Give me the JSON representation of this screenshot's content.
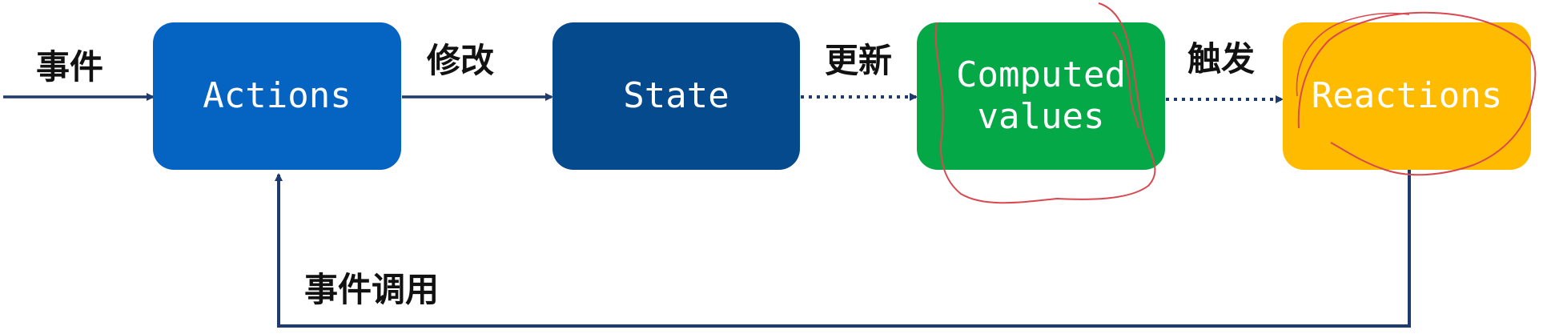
{
  "nodes": {
    "actions": {
      "label": "Actions",
      "color": "#0563c1"
    },
    "state": {
      "label": "State",
      "color": "#044a8c"
    },
    "computed": {
      "label": "Computed\nvalues",
      "color": "#05a847"
    },
    "reactions": {
      "label": "Reactions",
      "color": "#ffbb00"
    }
  },
  "edges": {
    "event": {
      "label": "事件",
      "style": "solid"
    },
    "modify": {
      "label": "修改",
      "style": "solid"
    },
    "update": {
      "label": "更新",
      "style": "dotted"
    },
    "trigger": {
      "label": "触发",
      "style": "dotted"
    },
    "event_call": {
      "label": "事件调用",
      "style": "solid"
    }
  },
  "colors": {
    "arrow": "#1f3a6e",
    "annotation": "#d9484f"
  }
}
